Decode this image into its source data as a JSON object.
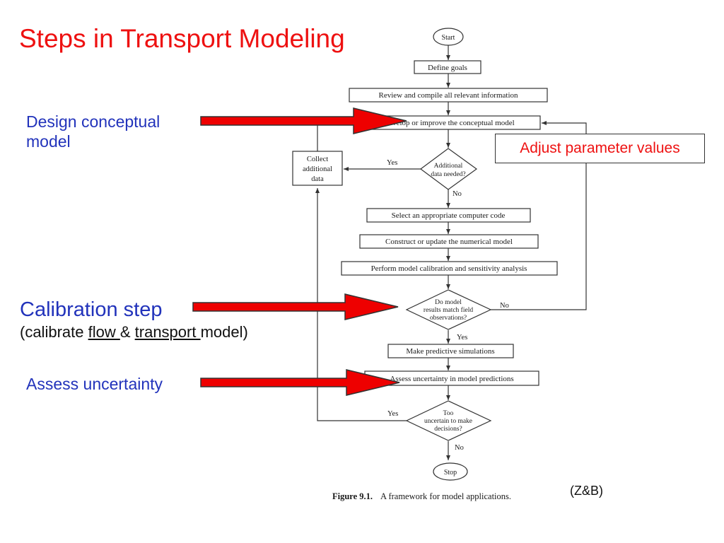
{
  "slide": {
    "title": "Steps in Transport Modeling",
    "credit": "(Z&B)"
  },
  "callouts": {
    "design": [
      "Design conceptual",
      "model"
    ],
    "calibration_title": "Calibration step",
    "calibration_sub": {
      "prefix": "(calibrate ",
      "flow": "flow ",
      "amp": "& ",
      "transport": "transport ",
      "suffix": "model)"
    },
    "assess": "Assess uncertainty",
    "adjust_box": "Adjust parameter values"
  },
  "flowchart": {
    "start": "Start",
    "define_goals": "Define goals",
    "review": "Review and compile all relevant information",
    "develop": "Develop or improve the conceptual model",
    "collect": [
      "Collect",
      "additional",
      "data"
    ],
    "additional_data": [
      "Additional",
      "data needed?"
    ],
    "select_code": "Select an appropriate computer code",
    "construct": "Construct or update the numerical model",
    "calibrate": "Perform model calibration and sensitivity analysis",
    "match": [
      "Do model",
      "results match field",
      "observations?"
    ],
    "predict": "Make predictive simulations",
    "assess": "Assess uncertainty in model predictions",
    "too_uncertain": [
      "Too",
      "uncertain to make",
      "decisions?"
    ],
    "stop": "Stop",
    "yes": "Yes",
    "no": "No",
    "caption_label": "Figure 9.1.",
    "caption_text": "A framework for model applications."
  }
}
